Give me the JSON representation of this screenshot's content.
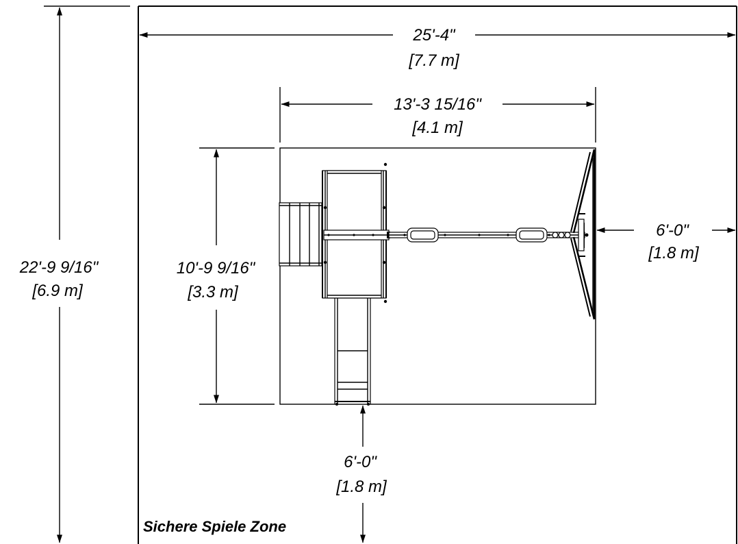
{
  "dimensions": {
    "zone_width": {
      "imperial": "25'-4\"",
      "metric": "[7.7 m]"
    },
    "zone_height": {
      "imperial": "22'-9 9/16\"",
      "metric": "[6.9 m]"
    },
    "set_width": {
      "imperial": "13'-3 15/16\"",
      "metric": "[4.1 m]"
    },
    "set_height": {
      "imperial": "10'-9 9/16\"",
      "metric": "[3.3 m]"
    },
    "clearance_right": {
      "imperial": "6'-0\"",
      "metric": "[1.8 m]"
    },
    "clearance_bottom": {
      "imperial": "6'-0\"",
      "metric": "[1.8 m]"
    }
  },
  "zone_label": "Sichere Spiele Zone"
}
